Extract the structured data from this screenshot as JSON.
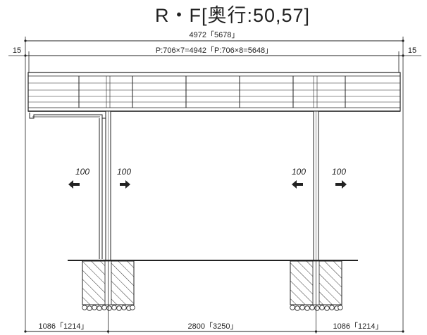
{
  "title": "R・F[奥行:50,57]",
  "dimensions": {
    "overall": "4972「5678」",
    "pitch": "P:706×7=4942「P:706×8=5648」",
    "edge_left": "15",
    "edge_right": "15",
    "bottom_left": "1086「1214」",
    "bottom_center": "2800「3250」",
    "bottom_right": "1086「1214」"
  },
  "arrows": {
    "left_out": "100",
    "left_in": "100",
    "right_in": "100",
    "right_out": "100"
  }
}
